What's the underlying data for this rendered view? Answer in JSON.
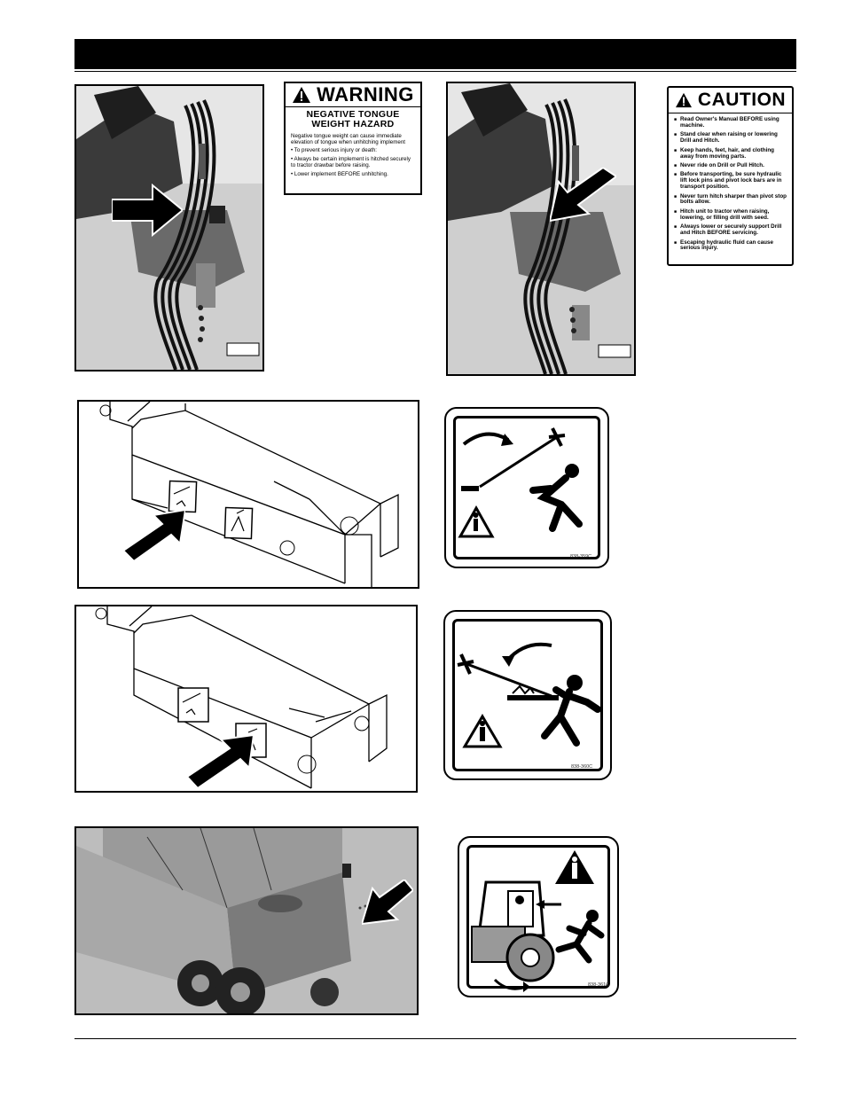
{
  "warning_decal": {
    "title": "WARNING",
    "subtitle": "NEGATIVE TONGUE WEIGHT HAZARD",
    "body": "Negative tongue weight can cause immediate elevation of tongue when unhitching implement",
    "items": [
      "• To prevent serious injury or death:",
      "• Always be certain implement is hitched securely to tractor drawbar before raising.",
      "• Lower implement BEFORE unhitching."
    ]
  },
  "caution_decal": {
    "title": "CAUTION",
    "items": [
      "Read Owner's Manual BEFORE using machine.",
      "Stand clear when raising or lowering Drill and Hitch.",
      "Keep hands, feet, hair, and clothing away from moving parts.",
      "Never ride on Drill or Pull Hitch.",
      "Before transporting, be sure hydraulic lift lock pins and pivot lock bars are in transport position.",
      "Never turn hitch sharper than pivot stop bolts allow.",
      "Hitch unit to tractor when raising, lowering, or filling drill with seed.",
      "Always lower or securely support Drill and Hitch BEFORE servicing.",
      "Escaping hydraulic fluid can cause serious injury."
    ]
  },
  "pictorials": {
    "decal_1_code": "838-359C",
    "decal_2_code": "838-360C",
    "decal_3_code": "838-361C"
  },
  "icons": {
    "arrow": "pointer-arrow-icon",
    "warning": "warning-triangle-icon"
  }
}
